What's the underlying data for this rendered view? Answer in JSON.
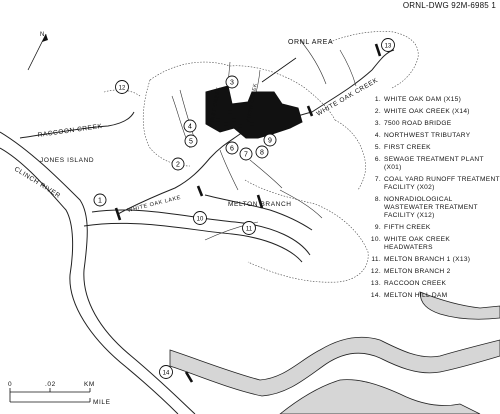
{
  "drawing_id": "ORNL-DWG 92M-6985 1",
  "area_label": "ORNL AREA",
  "labels": {
    "white_oak_creek_upper": "WHITE OAK CREEK",
    "white_oak_creek_lower": "WHITE OAK LAKE",
    "raccoon_creek": "RACCOON CREEK",
    "jones_island": "JONES ISLAND",
    "clinch_river": "CLINCH RIVER",
    "melton_branch": "MELTON BRANCH",
    "first_creek": "FIRST CREEK",
    "fifth_creek": "FIFTH CREEK",
    "north_arrow": "N"
  },
  "scale": {
    "zero": "0",
    "mid": ".02",
    "unit_km": "KM",
    "unit_mile": "MILE"
  },
  "legend": [
    {
      "num": "1.",
      "text": "WHITE OAK DAM (X15)"
    },
    {
      "num": "2.",
      "text": "WHITE OAK CREEK (X14)"
    },
    {
      "num": "3.",
      "text": "7500 ROAD BRIDGE"
    },
    {
      "num": "4.",
      "text": "NORTHWEST TRIBUTARY"
    },
    {
      "num": "5.",
      "text": "FIRST CREEK"
    },
    {
      "num": "6.",
      "text": "SEWAGE TREATMENT PLANT (X01)"
    },
    {
      "num": "7.",
      "text": "COAL YARD RUNOFF TREATMENT FACILITY (X02)"
    },
    {
      "num": "8.",
      "text": "NONRADIOLOGICAL WASTEWATER TREATMENT FACILITY (X12)"
    },
    {
      "num": "9.",
      "text": "FIFTH CREEK"
    },
    {
      "num": "10.",
      "text": "WHITE OAK CREEK HEADWATERS"
    },
    {
      "num": "11.",
      "text": "MELTON BRANCH 1 (X13)"
    },
    {
      "num": "12.",
      "text": "MELTON BRANCH 2"
    },
    {
      "num": "13.",
      "text": "RACCOON CREEK"
    },
    {
      "num": "14.",
      "text": "MELTON HILL DAM"
    }
  ],
  "markers": [
    "1",
    "2",
    "3",
    "4",
    "5",
    "6",
    "7",
    "8",
    "9",
    "10",
    "11",
    "12",
    "13",
    "14"
  ]
}
